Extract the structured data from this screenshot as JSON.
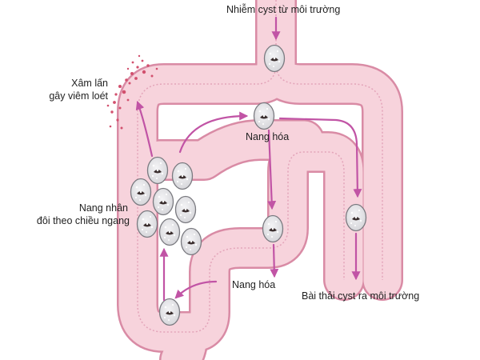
{
  "labels": {
    "environment_infection": "Nhiễm cyst từ môi trường",
    "invasion_line1": "Xâm lấn",
    "invasion_line2": "gây viêm loét",
    "encyst_top": "Nang hóa",
    "binary_fission_line1": "Nang nhân",
    "binary_fission_line2": "đôi theo chiều ngang",
    "encyst_bottom": "Nang hóa",
    "excretion": "Bài thải cyst ra môi trường"
  },
  "colors": {
    "intestine_fill": "#f7d3dc",
    "intestine_outline": "#d98ba5",
    "arrow": "#c154a5",
    "cyst_fill": "#e6e6e8",
    "cyst_outline": "#7a7a80",
    "nucleus": "#3a2e2e",
    "ulcer": "#d2506e"
  },
  "icons": {
    "cyst": "cyst-icon",
    "arrow": "arrow-icon",
    "ulcer": "ulcer-cluster-icon"
  }
}
